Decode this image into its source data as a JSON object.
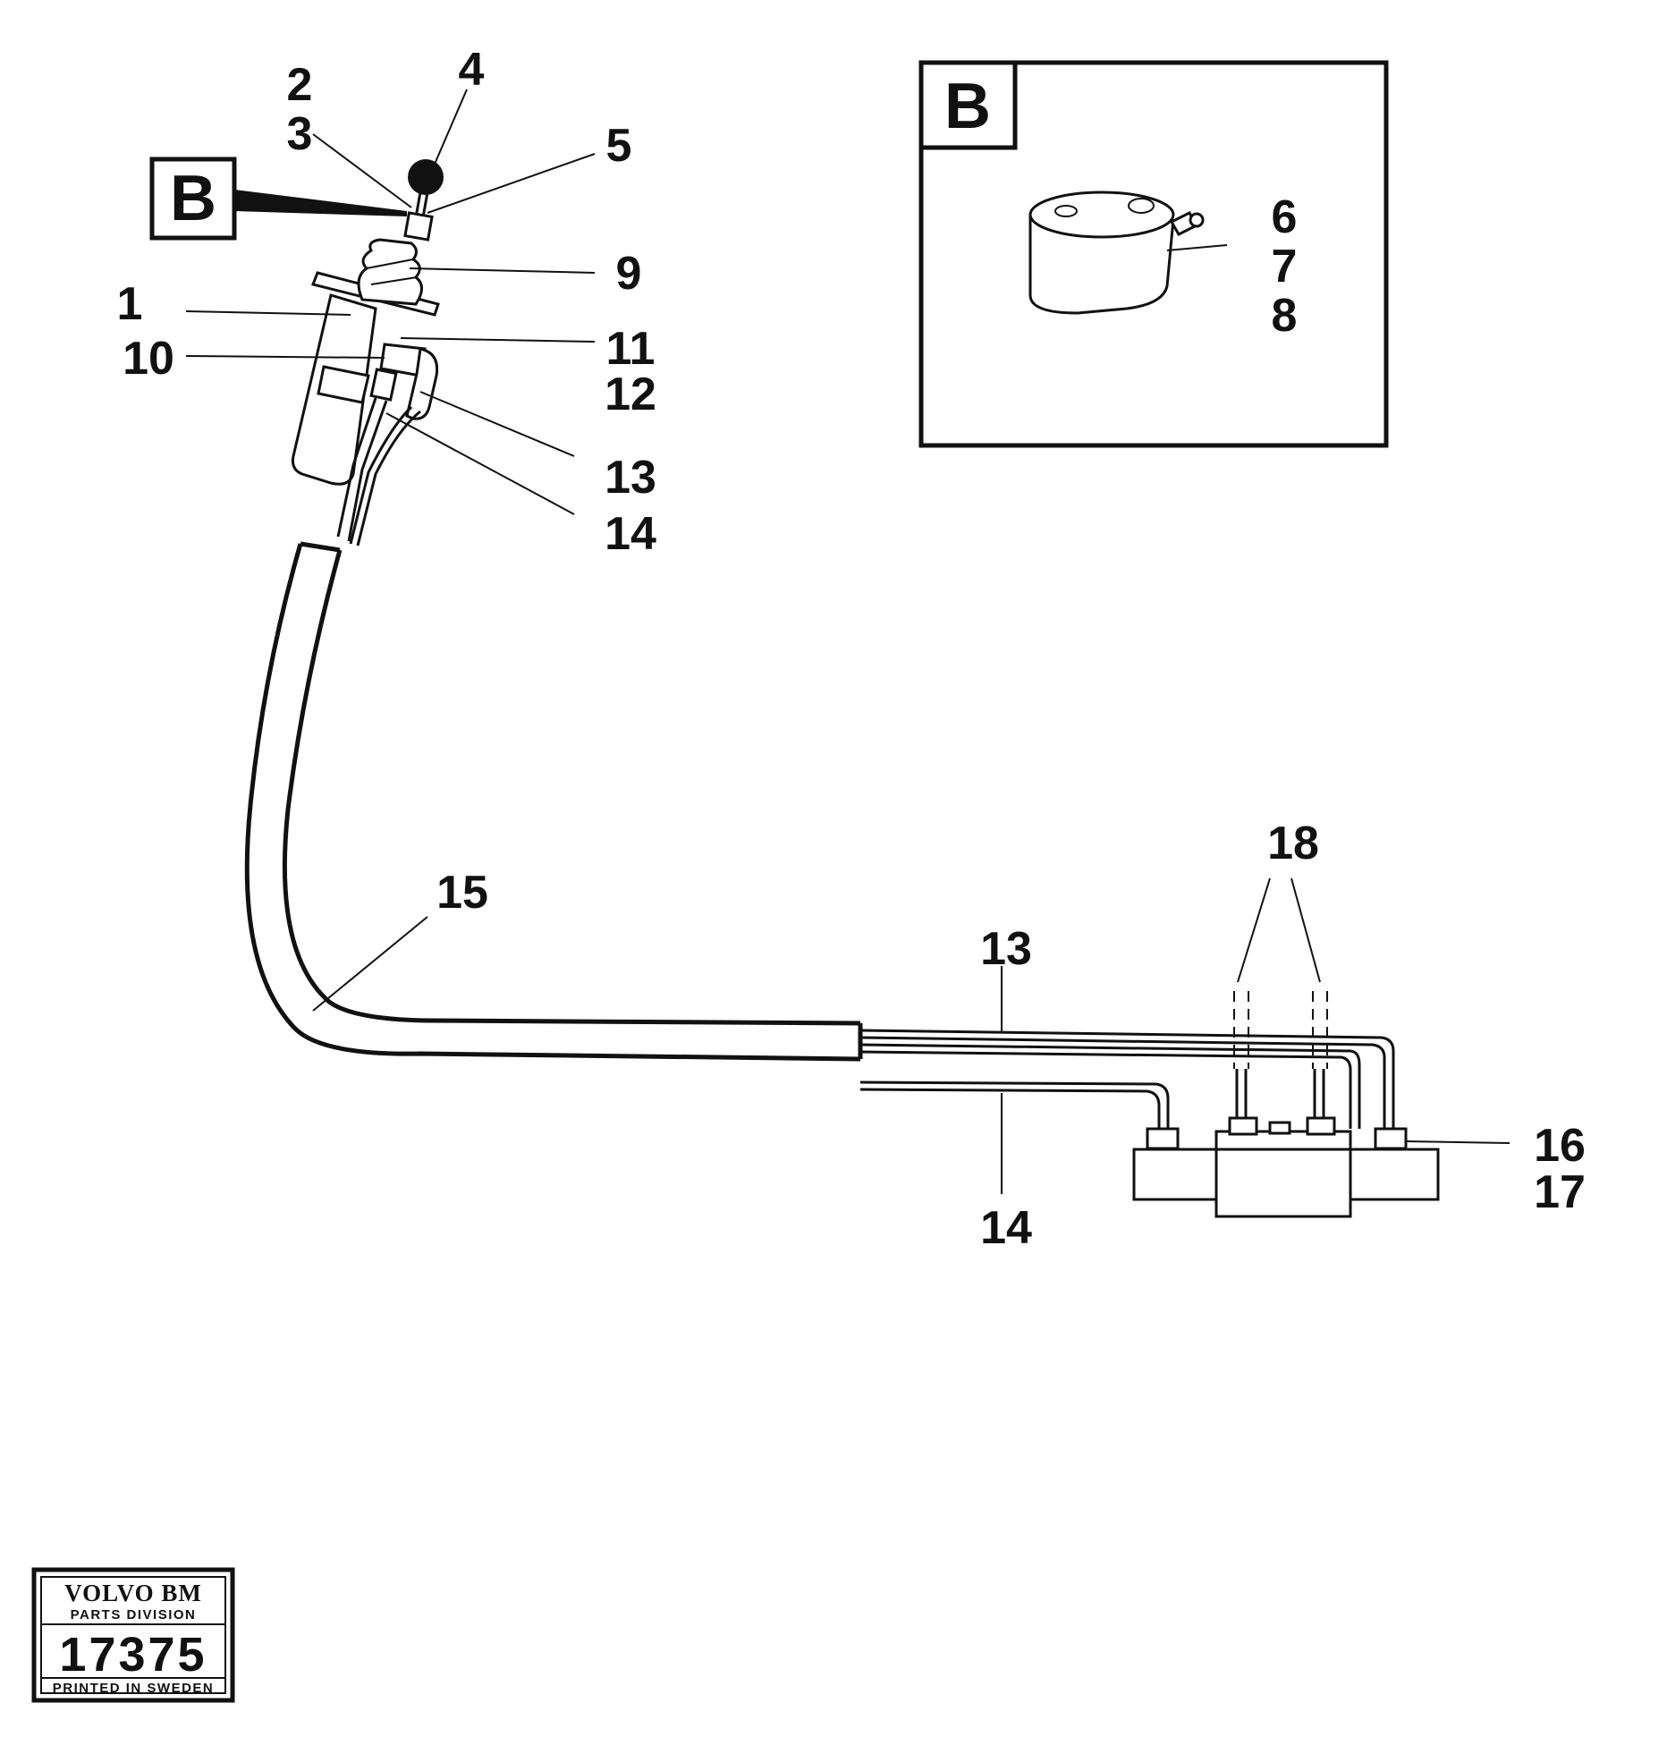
{
  "callouts": {
    "c1": "1",
    "c2": "2",
    "c3": "3",
    "c4": "4",
    "c5": "5",
    "c6": "6",
    "c7": "7",
    "c8": "8",
    "c9": "9",
    "c10": "10",
    "c11": "11",
    "c12": "12",
    "c13_top": "13",
    "c14_top": "14",
    "c13_bottom": "13",
    "c14_bottom": "14",
    "c15": "15",
    "c16": "16",
    "c17": "17",
    "c18": "18"
  },
  "detail_marker": "B",
  "detail_box_title": "B",
  "stamp": {
    "brand": "VOLVO BM",
    "division": "PARTS DIVISION",
    "number": "17375",
    "printed": "PRINTED IN SWEDEN"
  }
}
